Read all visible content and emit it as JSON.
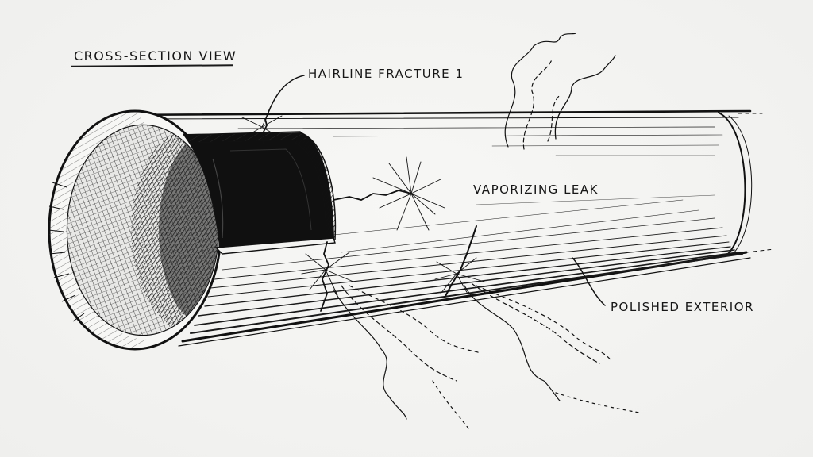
{
  "diagram": {
    "title": "Cross-Section View",
    "annotations": {
      "fracture": "Hairline Fracture 1",
      "leak": "Vaporizing Leak",
      "exterior": "Polished Exterior"
    },
    "colors": {
      "paper": "#f4f4f2",
      "ink": "#161616"
    }
  }
}
